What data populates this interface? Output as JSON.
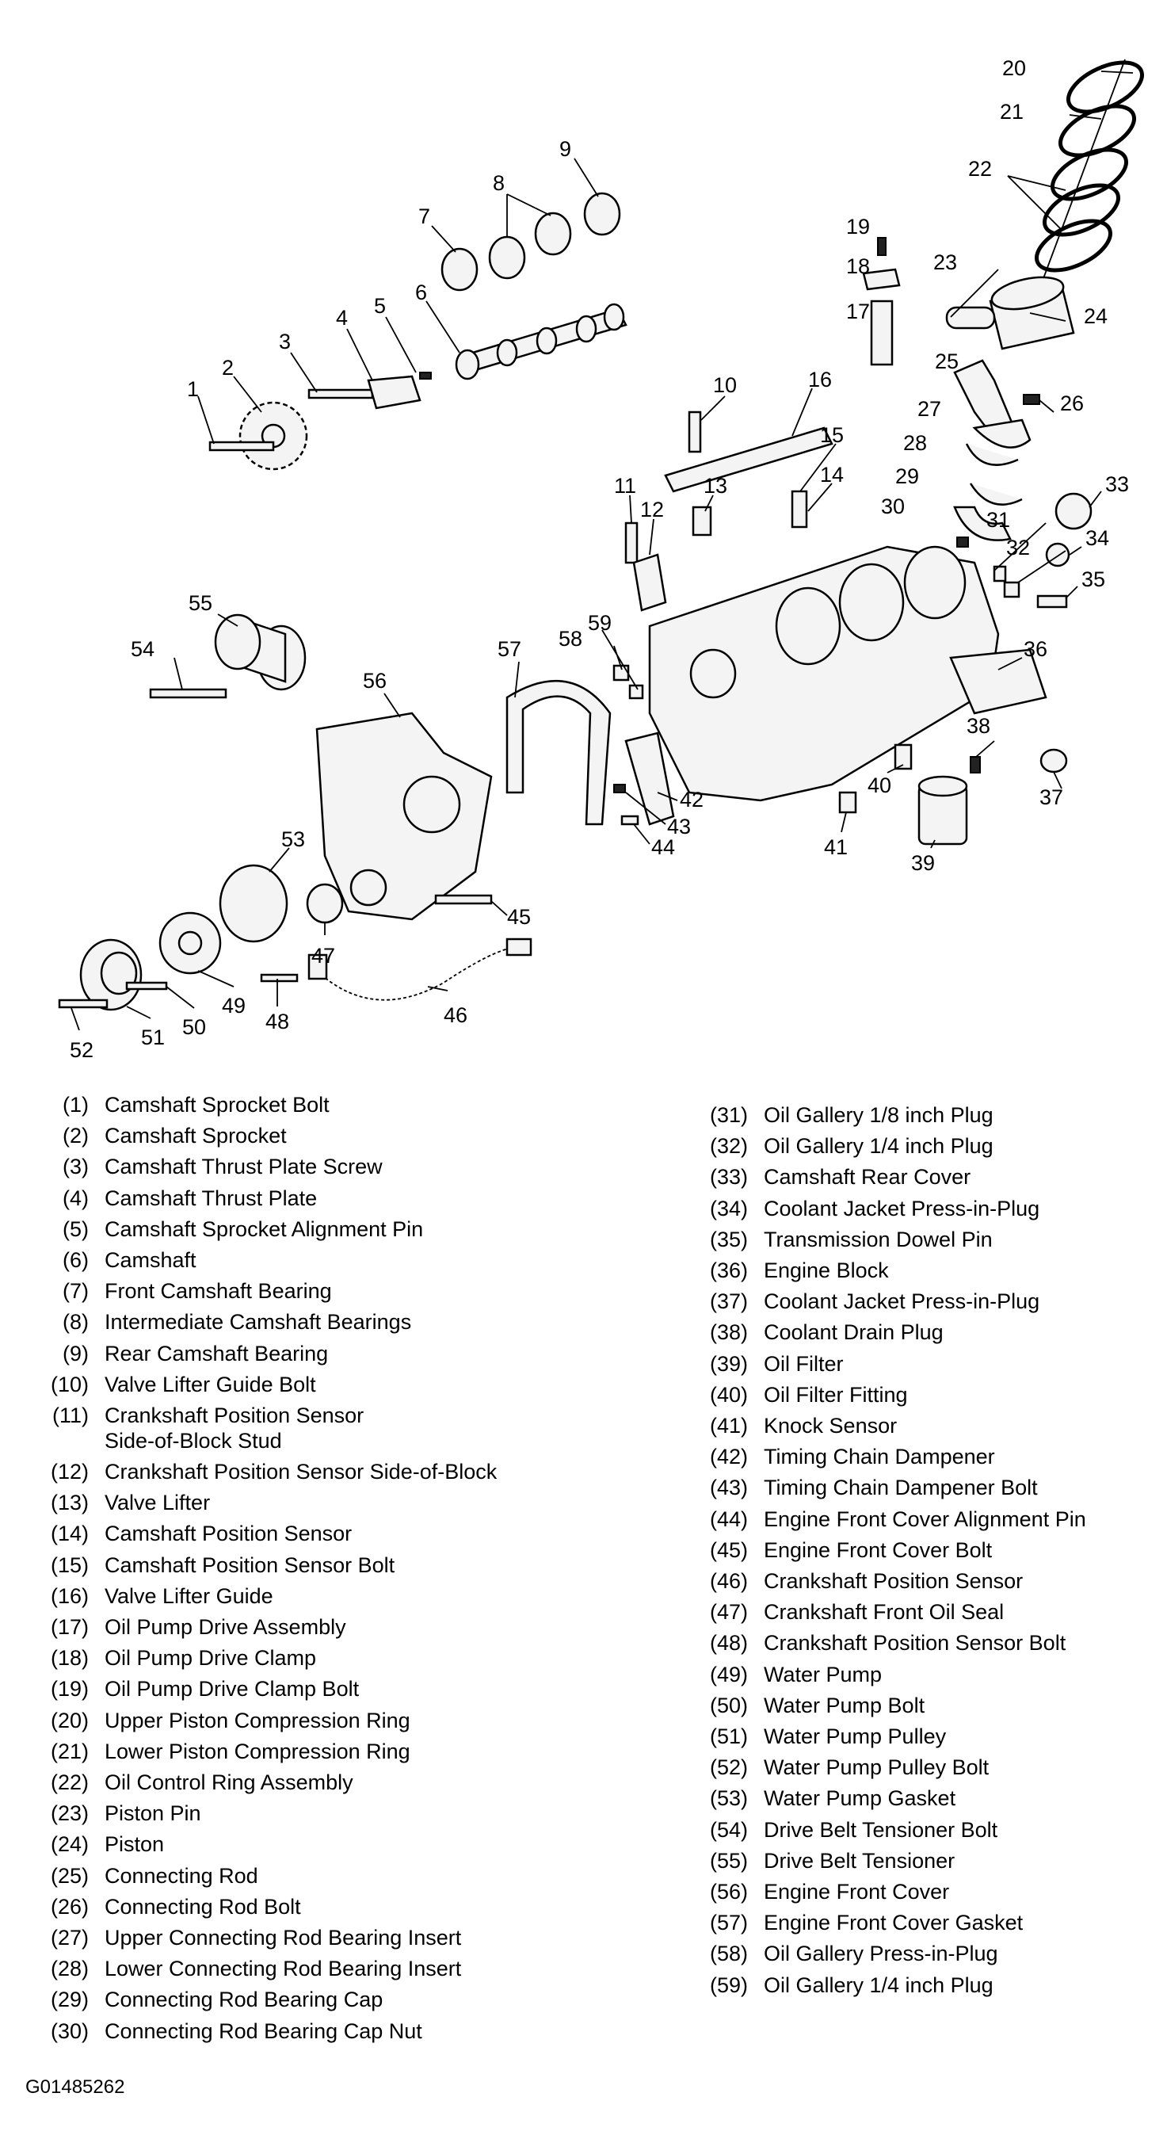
{
  "figure_id": "G01485262",
  "callouts": [
    "1",
    "2",
    "3",
    "4",
    "5",
    "6",
    "7",
    "8",
    "9",
    "10",
    "11",
    "12",
    "13",
    "14",
    "15",
    "16",
    "17",
    "18",
    "19",
    "20",
    "21",
    "22",
    "23",
    "24",
    "25",
    "26",
    "27",
    "28",
    "29",
    "30",
    "31",
    "32",
    "33",
    "34",
    "35",
    "36",
    "37",
    "38",
    "39",
    "40",
    "41",
    "42",
    "43",
    "44",
    "45",
    "46",
    "47",
    "48",
    "49",
    "50",
    "51",
    "52",
    "53",
    "54",
    "55",
    "56",
    "57",
    "58",
    "59"
  ],
  "legend_left": [
    {
      "num": "(1)",
      "label": "Camshaft Sprocket Bolt"
    },
    {
      "num": "(2)",
      "label": "Camshaft Sprocket"
    },
    {
      "num": "(3)",
      "label": "Camshaft Thrust Plate Screw"
    },
    {
      "num": "(4)",
      "label": "Camshaft Thrust Plate"
    },
    {
      "num": "(5)",
      "label": "Camshaft Sprocket Alignment Pin"
    },
    {
      "num": "(6)",
      "label": "Camshaft"
    },
    {
      "num": "(7)",
      "label": "Front Camshaft Bearing"
    },
    {
      "num": "(8)",
      "label": "Intermediate Camshaft Bearings"
    },
    {
      "num": "(9)",
      "label": "Rear Camshaft Bearing"
    },
    {
      "num": "(10)",
      "label": "Valve Lifter Guide Bolt"
    },
    {
      "num": "(11)",
      "label": "Crankshaft Position Sensor\nSide-of-Block Stud"
    },
    {
      "num": "(12)",
      "label": "Crankshaft Position Sensor Side-of-Block"
    },
    {
      "num": "(13)",
      "label": "Valve Lifter"
    },
    {
      "num": "(14)",
      "label": "Camshaft Position Sensor"
    },
    {
      "num": "(15)",
      "label": "Camshaft Position Sensor Bolt"
    },
    {
      "num": "(16)",
      "label": "Valve Lifter Guide"
    },
    {
      "num": "(17)",
      "label": "Oil Pump Drive Assembly"
    },
    {
      "num": "(18)",
      "label": "Oil Pump Drive Clamp"
    },
    {
      "num": "(19)",
      "label": "Oil Pump Drive Clamp Bolt"
    },
    {
      "num": "(20)",
      "label": "Upper Piston Compression Ring"
    },
    {
      "num": "(21)",
      "label": "Lower Piston Compression Ring"
    },
    {
      "num": "(22)",
      "label": "Oil Control Ring Assembly"
    },
    {
      "num": "(23)",
      "label": "Piston Pin"
    },
    {
      "num": "(24)",
      "label": "Piston"
    },
    {
      "num": "(25)",
      "label": "Connecting Rod"
    },
    {
      "num": "(26)",
      "label": "Connecting Rod Bolt"
    },
    {
      "num": "(27)",
      "label": "Upper Connecting Rod Bearing Insert"
    },
    {
      "num": "(28)",
      "label": "Lower Connecting Rod Bearing Insert"
    },
    {
      "num": "(29)",
      "label": "Connecting Rod Bearing Cap"
    },
    {
      "num": "(30)",
      "label": "Connecting Rod Bearing Cap Nut"
    }
  ],
  "legend_right": [
    {
      "num": "(31)",
      "label": "Oil Gallery 1/8 inch Plug"
    },
    {
      "num": "(32)",
      "label": "Oil Gallery 1/4 inch Plug"
    },
    {
      "num": "(33)",
      "label": "Camshaft Rear Cover"
    },
    {
      "num": "(34)",
      "label": "Coolant Jacket Press-in-Plug"
    },
    {
      "num": "(35)",
      "label": "Transmission Dowel Pin"
    },
    {
      "num": "(36)",
      "label": "Engine Block"
    },
    {
      "num": "(37)",
      "label": "Coolant Jacket Press-in-Plug"
    },
    {
      "num": "(38)",
      "label": "Coolant Drain Plug"
    },
    {
      "num": "(39)",
      "label": "Oil Filter"
    },
    {
      "num": "(40)",
      "label": "Oil Filter Fitting"
    },
    {
      "num": "(41)",
      "label": "Knock Sensor"
    },
    {
      "num": "(42)",
      "label": "Timing Chain Dampener"
    },
    {
      "num": "(43)",
      "label": "Timing Chain Dampener Bolt"
    },
    {
      "num": "(44)",
      "label": "Engine Front Cover Alignment Pin"
    },
    {
      "num": "(45)",
      "label": "Engine Front Cover Bolt"
    },
    {
      "num": "(46)",
      "label": "Crankshaft Position Sensor"
    },
    {
      "num": "(47)",
      "label": "Crankshaft Front Oil Seal"
    },
    {
      "num": "(48)",
      "label": "Crankshaft Position Sensor Bolt"
    },
    {
      "num": "(49)",
      "label": "Water Pump"
    },
    {
      "num": "(50)",
      "label": "Water Pump Bolt"
    },
    {
      "num": "(51)",
      "label": "Water Pump Pulley"
    },
    {
      "num": "(52)",
      "label": "Water Pump Pulley Bolt"
    },
    {
      "num": "(53)",
      "label": "Water Pump Gasket"
    },
    {
      "num": "(54)",
      "label": "Drive Belt Tensioner Bolt"
    },
    {
      "num": "(55)",
      "label": "Drive Belt Tensioner"
    },
    {
      "num": "(56)",
      "label": "Engine Front Cover"
    },
    {
      "num": "(57)",
      "label": "Engine Front Cover Gasket"
    },
    {
      "num": "(58)",
      "label": "Oil Gallery Press-in-Plug"
    },
    {
      "num": "(59)",
      "label": "Oil Gallery 1/4 inch Plug"
    }
  ]
}
